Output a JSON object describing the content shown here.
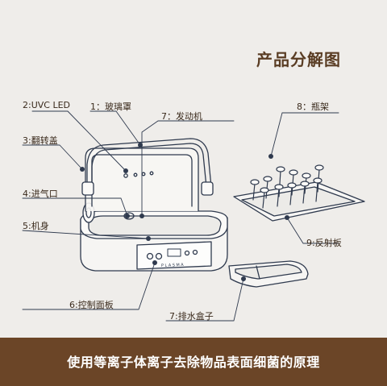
{
  "title": "产品分解图",
  "labels": {
    "uvc_led": "2:UVC LED",
    "glass_cover": "1：玻璃罩",
    "motor": "7：发动机",
    "flip_lid": "3:翻转盖",
    "air_inlet": "4:进气口",
    "body": "5:机身",
    "bottle_rack": "8：瓶架",
    "reflector": "9:反射板",
    "control_panel": "6:控制面板",
    "drain_box": "7:排水盒子"
  },
  "panel_text": "PLASMA",
  "footer": "使用等离子体离子去除物品表面细菌的原理",
  "colors": {
    "background": "#efedea",
    "title": "#5a3d24",
    "footer_bg": "#6b4527",
    "line": "#2f3a4e"
  }
}
